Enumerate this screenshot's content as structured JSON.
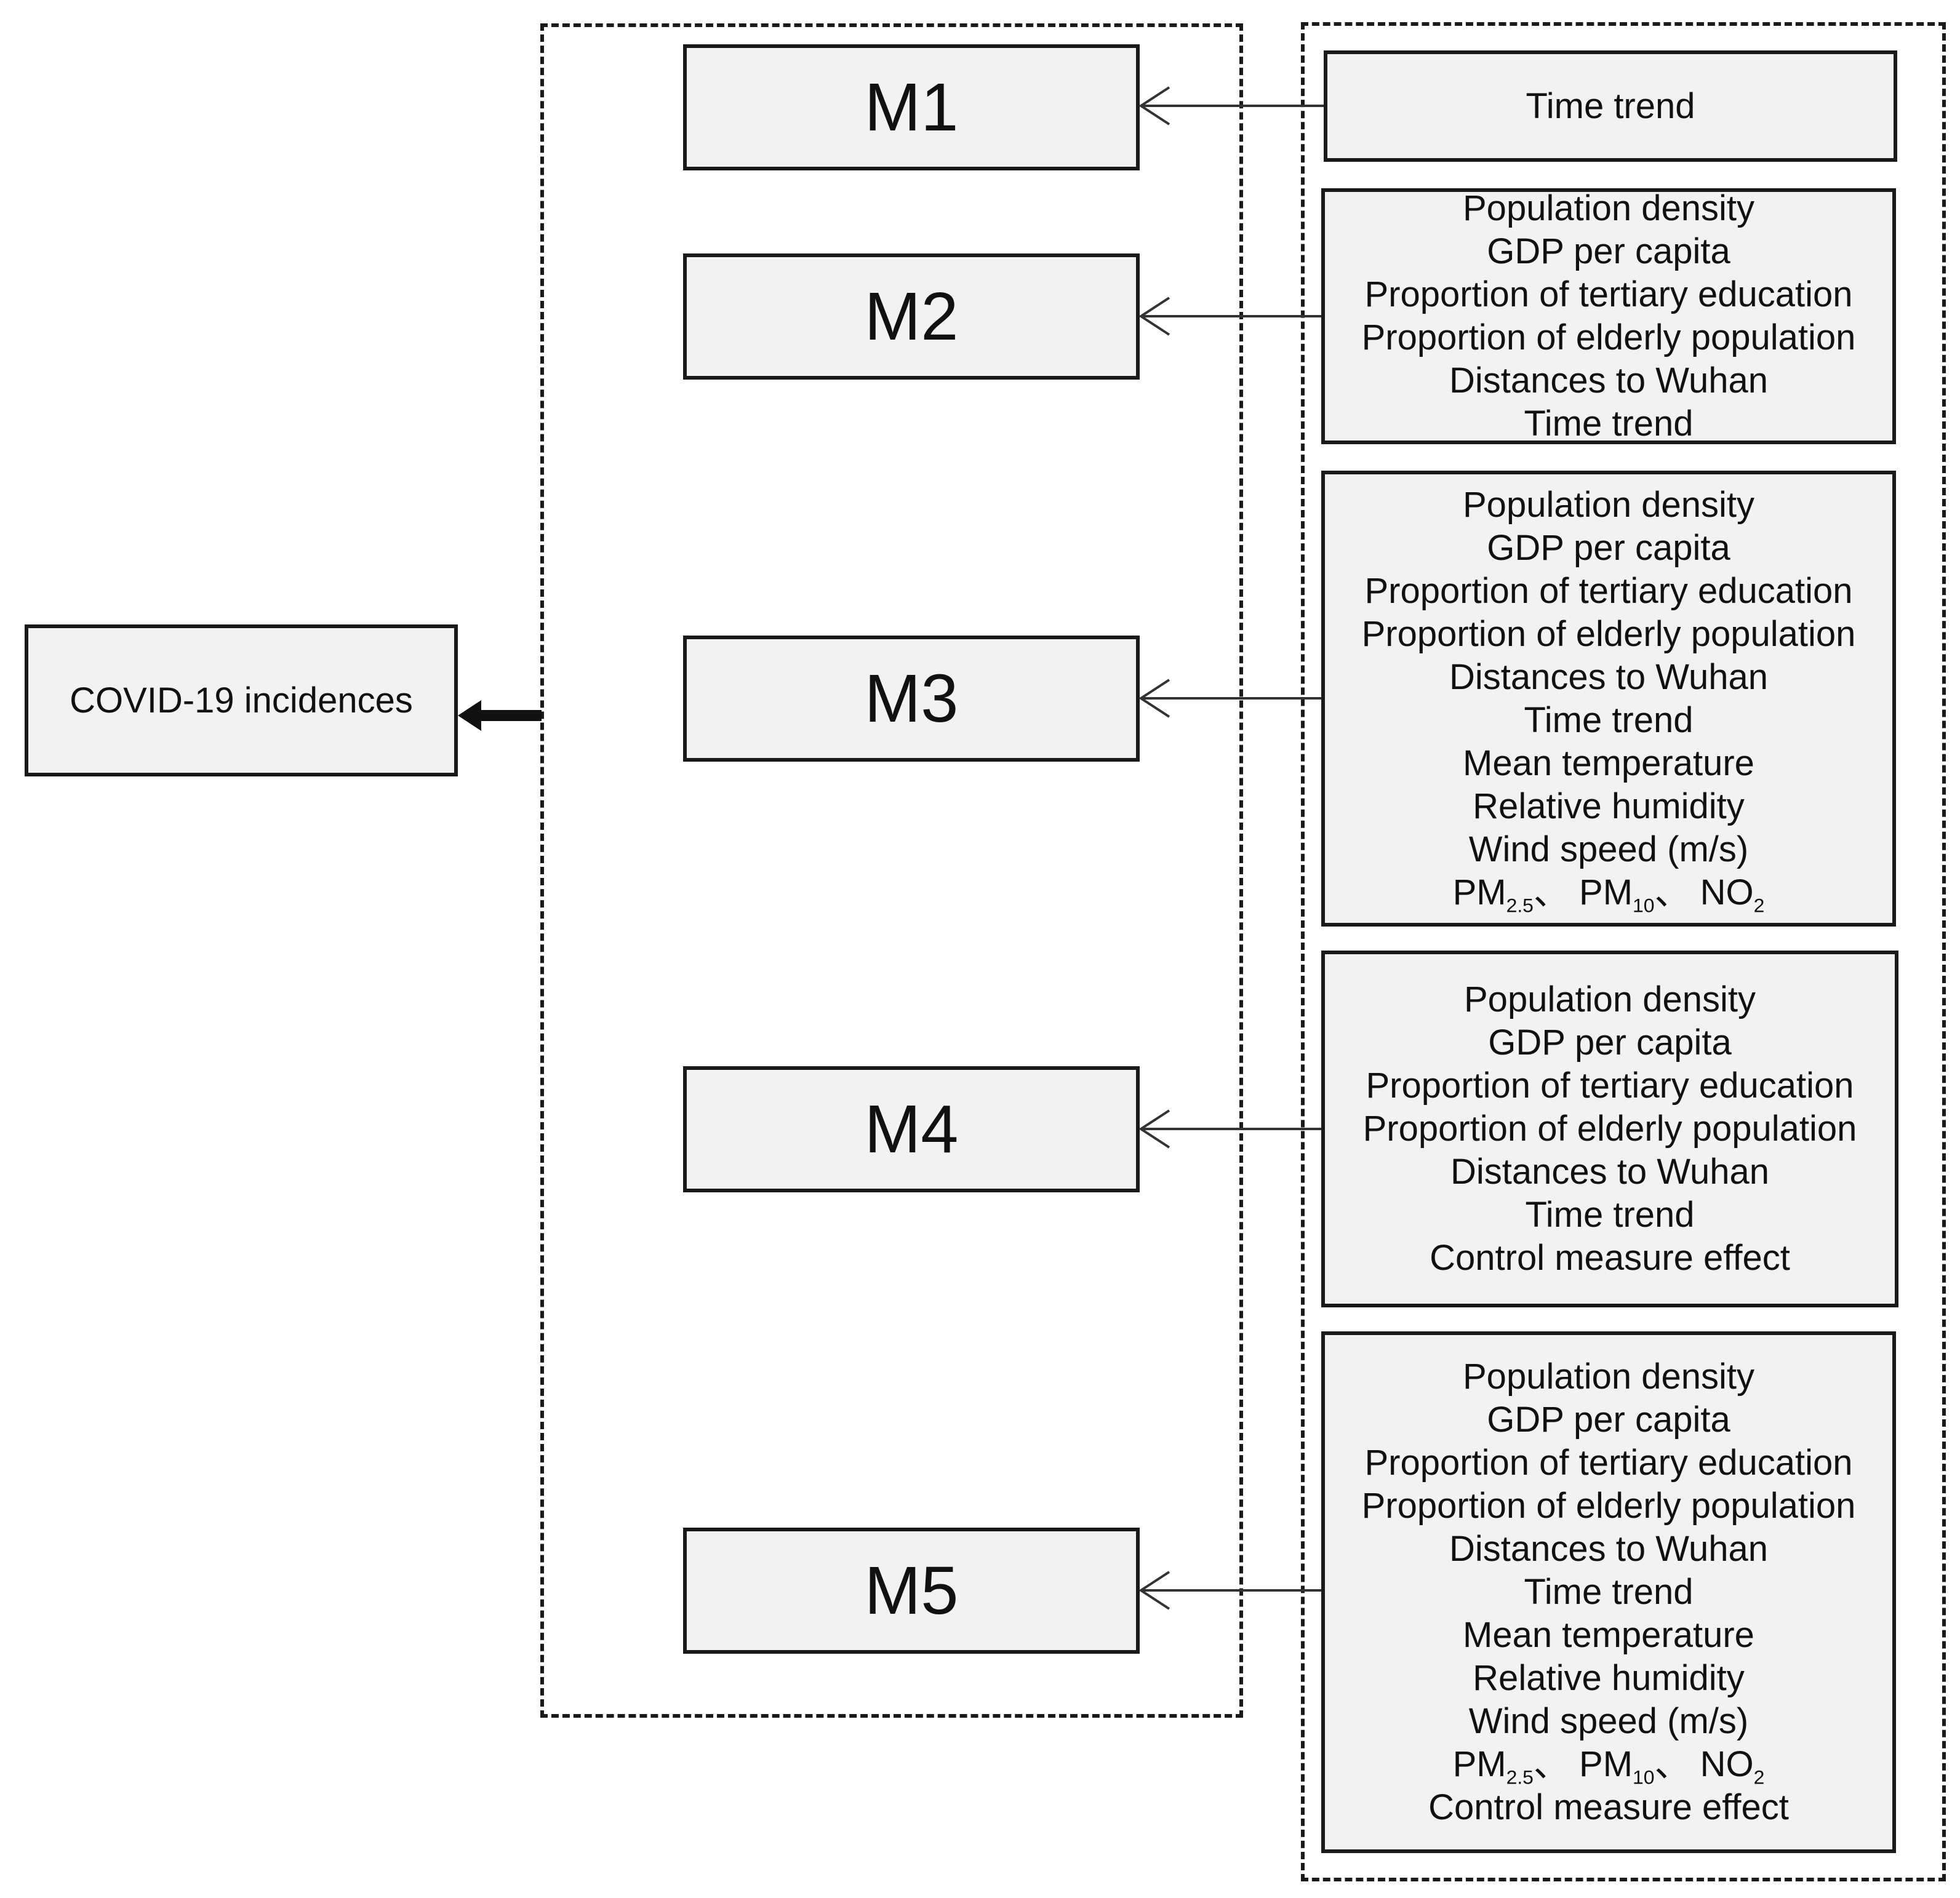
{
  "outcome": {
    "label": "COVID-19 incidences"
  },
  "models": [
    {
      "id": "M1",
      "label": "M1",
      "variables": [
        {
          "text": "Time trend"
        }
      ]
    },
    {
      "id": "M2",
      "label": "M2",
      "variables": [
        {
          "text": "Population density"
        },
        {
          "text": "GDP per capita"
        },
        {
          "text": "Proportion of tertiary education"
        },
        {
          "text": "Proportion of elderly population"
        },
        {
          "text": "Distances to Wuhan"
        },
        {
          "text": "Time trend"
        }
      ]
    },
    {
      "id": "M3",
      "label": "M3",
      "variables": [
        {
          "text": "Population density"
        },
        {
          "text": "GDP per capita"
        },
        {
          "text": "Proportion of tertiary education"
        },
        {
          "text": "Proportion of elderly population"
        },
        {
          "text": "Distances to Wuhan"
        },
        {
          "text": "Time trend"
        },
        {
          "text": "Mean temperature"
        },
        {
          "text": "Relative humidity"
        },
        {
          "text": "Wind speed (m/s)"
        },
        {
          "text": "PM2.5、PM10、NO2",
          "parts": [
            [
              "PM",
              ""
            ],
            [
              "2.5",
              "sub"
            ],
            [
              "、 PM",
              ""
            ],
            [
              "10",
              "sub"
            ],
            [
              "、 NO",
              ""
            ],
            [
              "2",
              "sub"
            ]
          ]
        }
      ]
    },
    {
      "id": "M4",
      "label": "M4",
      "variables": [
        {
          "text": "Population density"
        },
        {
          "text": "GDP per capita"
        },
        {
          "text": "Proportion of tertiary education"
        },
        {
          "text": "Proportion of elderly population"
        },
        {
          "text": "Distances to Wuhan"
        },
        {
          "text": "Time trend"
        },
        {
          "text": "Control measure effect"
        }
      ]
    },
    {
      "id": "M5",
      "label": "M5",
      "variables": [
        {
          "text": "Population density"
        },
        {
          "text": "GDP per capita"
        },
        {
          "text": "Proportion of tertiary education"
        },
        {
          "text": "Proportion of elderly population"
        },
        {
          "text": "Distances to Wuhan"
        },
        {
          "text": "Time trend"
        },
        {
          "text": "Mean temperature"
        },
        {
          "text": "Relative humidity"
        },
        {
          "text": "Wind speed (m/s)"
        },
        {
          "text": "PM2.5、PM10、NO2",
          "parts": [
            [
              "PM",
              ""
            ],
            [
              "2.5",
              "sub"
            ],
            [
              "、 PM",
              ""
            ],
            [
              "10",
              "sub"
            ],
            [
              "、 NO",
              ""
            ],
            [
              "2",
              "sub"
            ]
          ]
        },
        {
          "text": "Control measure effect"
        }
      ]
    }
  ]
}
